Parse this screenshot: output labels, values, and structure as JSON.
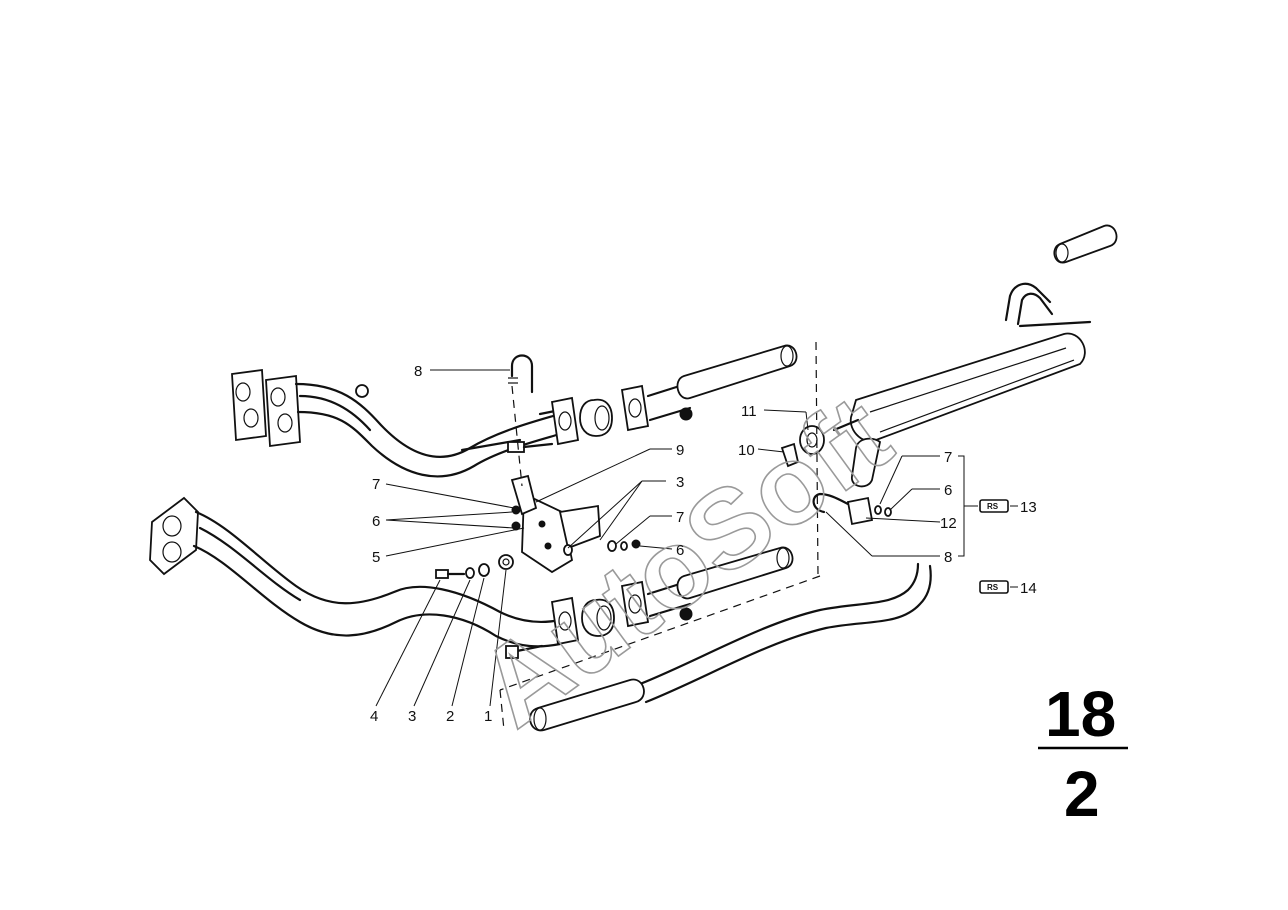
{
  "watermark": "AutoSoft",
  "page_number": {
    "group": "18",
    "sheet": "2"
  },
  "callouts": [
    {
      "id": "c8-top",
      "text": "8"
    },
    {
      "id": "c11",
      "text": "11"
    },
    {
      "id": "c10",
      "text": "10"
    },
    {
      "id": "c9",
      "text": "9"
    },
    {
      "id": "c3-right",
      "text": "3"
    },
    {
      "id": "c7-left",
      "text": "7"
    },
    {
      "id": "c6-left",
      "text": "6"
    },
    {
      "id": "c5",
      "text": "5"
    },
    {
      "id": "c7-mid",
      "text": "7"
    },
    {
      "id": "c6-mid",
      "text": "6"
    },
    {
      "id": "c4",
      "text": "4"
    },
    {
      "id": "c3-bottom",
      "text": "3"
    },
    {
      "id": "c2",
      "text": "2"
    },
    {
      "id": "c1",
      "text": "1"
    },
    {
      "id": "c7-right",
      "text": "7"
    },
    {
      "id": "c6-right",
      "text": "6"
    },
    {
      "id": "c12",
      "text": "12"
    },
    {
      "id": "c8-right",
      "text": "8"
    },
    {
      "id": "c13",
      "text": "13"
    },
    {
      "id": "c14",
      "text": "14"
    }
  ],
  "badges": [
    {
      "id": "rs13",
      "text": "RS"
    },
    {
      "id": "rs14",
      "text": "RS"
    }
  ]
}
